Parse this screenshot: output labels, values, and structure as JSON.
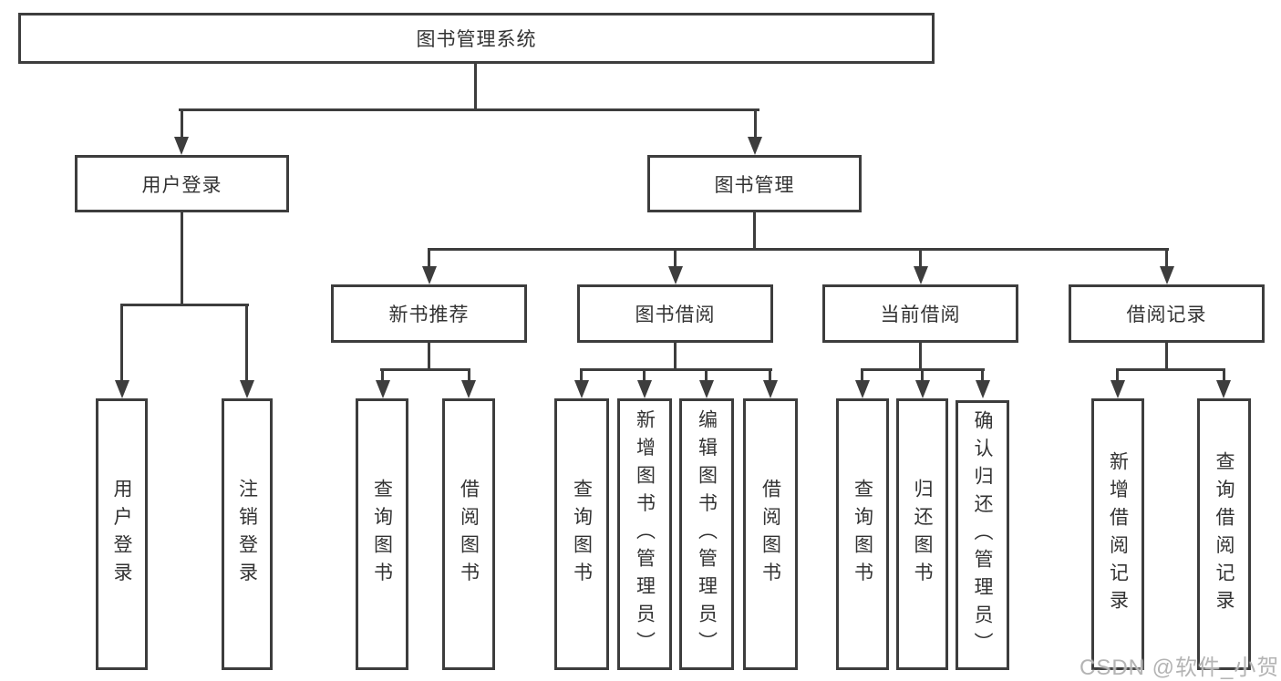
{
  "diagram_title": "图书管理系统",
  "colors": {
    "line": "#3d3d3d",
    "text": "#333333",
    "background": "#ffffff",
    "watermark": "#b4b4b4"
  },
  "nodes": {
    "root": "图书管理系统",
    "user_login": "用户登录",
    "book_management": "图书管理",
    "new_book_recommend": "新书推荐",
    "book_borrowing": "图书借阅",
    "current_borrowing": "当前借阅",
    "borrowing_records": "借阅记录",
    "leaf_user_login": "用户登录",
    "leaf_logout": "注销登录",
    "leaf_query_books_recommend": "查询图书",
    "leaf_borrow_books_recommend": "借阅图书",
    "leaf_query_books_borrowing": "查询图书",
    "leaf_add_books_admin": "新增图书（管理员）",
    "leaf_edit_books_admin": "编辑图书（管理员）",
    "leaf_borrow_books_borrowing": "借阅图书",
    "leaf_query_books_current": "查询图书",
    "leaf_return_books": "归还图书",
    "leaf_confirm_return_admin": "确认归还（管理员）",
    "leaf_add_borrow_record": "新增借阅记录",
    "leaf_query_borrow_record": "查询借阅记录"
  },
  "hierarchy": {
    "图书管理系统": {
      "用户登录": [
        "用户登录",
        "注销登录"
      ],
      "图书管理": {
        "新书推荐": [
          "查询图书",
          "借阅图书"
        ],
        "图书借阅": [
          "查询图书",
          "新增图书（管理员）",
          "编辑图书（管理员）",
          "借阅图书"
        ],
        "当前借阅": [
          "查询图书",
          "归还图书",
          "确认归还（管理员）"
        ],
        "借阅记录": [
          "新增借阅记录",
          "查询借阅记录"
        ]
      }
    }
  },
  "watermark": "CSDN @软件_小贺同学"
}
